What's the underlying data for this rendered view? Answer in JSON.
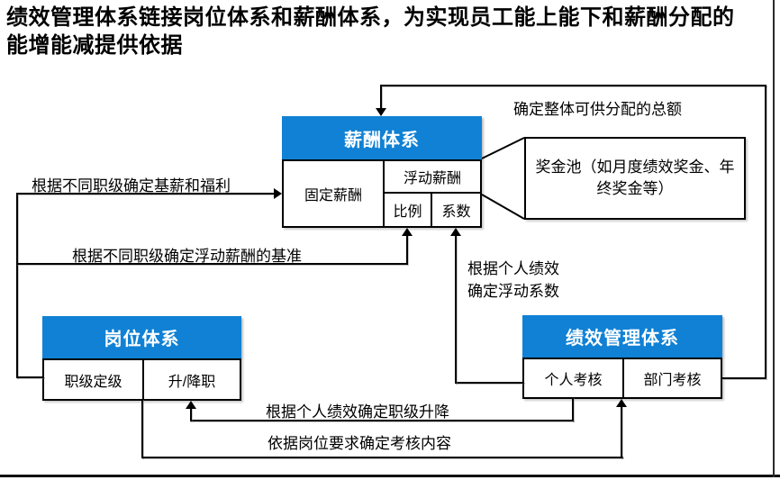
{
  "colors": {
    "header_blue": "#1081d4",
    "line": "#000000"
  },
  "title": {
    "line1": "绩效管理体系链接岗位体系和薪酬体系，为实现员工能上能下和薪酬分配的",
    "line2": "能增能减提供依据"
  },
  "compensation_box": {
    "header": "薪酬体系",
    "fixed_cell": "固定薪酬",
    "floating_cell": "浮动薪酬",
    "ratio_cell": "比例",
    "coefficient_cell": "系数"
  },
  "bonus_pool_box": {
    "line1": "奖金池（如月度绩效奖金、年",
    "line2": "终奖金等）"
  },
  "position_box": {
    "header": "岗位体系",
    "grading_cell": "职级定级",
    "promotion_cell": "升/降职"
  },
  "performance_box": {
    "header": "绩效管理体系",
    "individual_cell": "个人考核",
    "department_cell": "部门考核"
  },
  "connector_labels": {
    "total_pool": "确定整体可供分配的总额",
    "base_salary": "根据不同职级确定基薪和福利",
    "floating_base": "根据不同职级确定浮动薪酬的基准",
    "personal_perf_line1": "根据个人绩效",
    "personal_perf_line2": "确定浮动系数",
    "grade_change": "根据个人绩效确定职级升降",
    "assessment_content": "依据岗位要求确定考核内容"
  }
}
